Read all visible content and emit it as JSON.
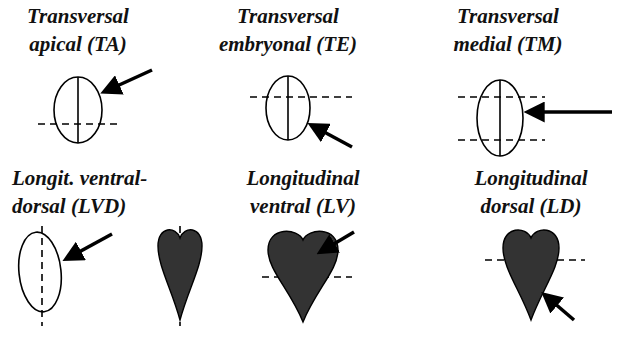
{
  "diagram": {
    "labels": [
      "Transversal apical (TA)",
      "Transversal embryonal (TE)",
      "Transversal medial (TM)",
      "Longit. ventral- dorsal (LVD)",
      "Longitudinal ventral (LV)",
      "Longitudinal dorsal (LD)"
    ]
  }
}
